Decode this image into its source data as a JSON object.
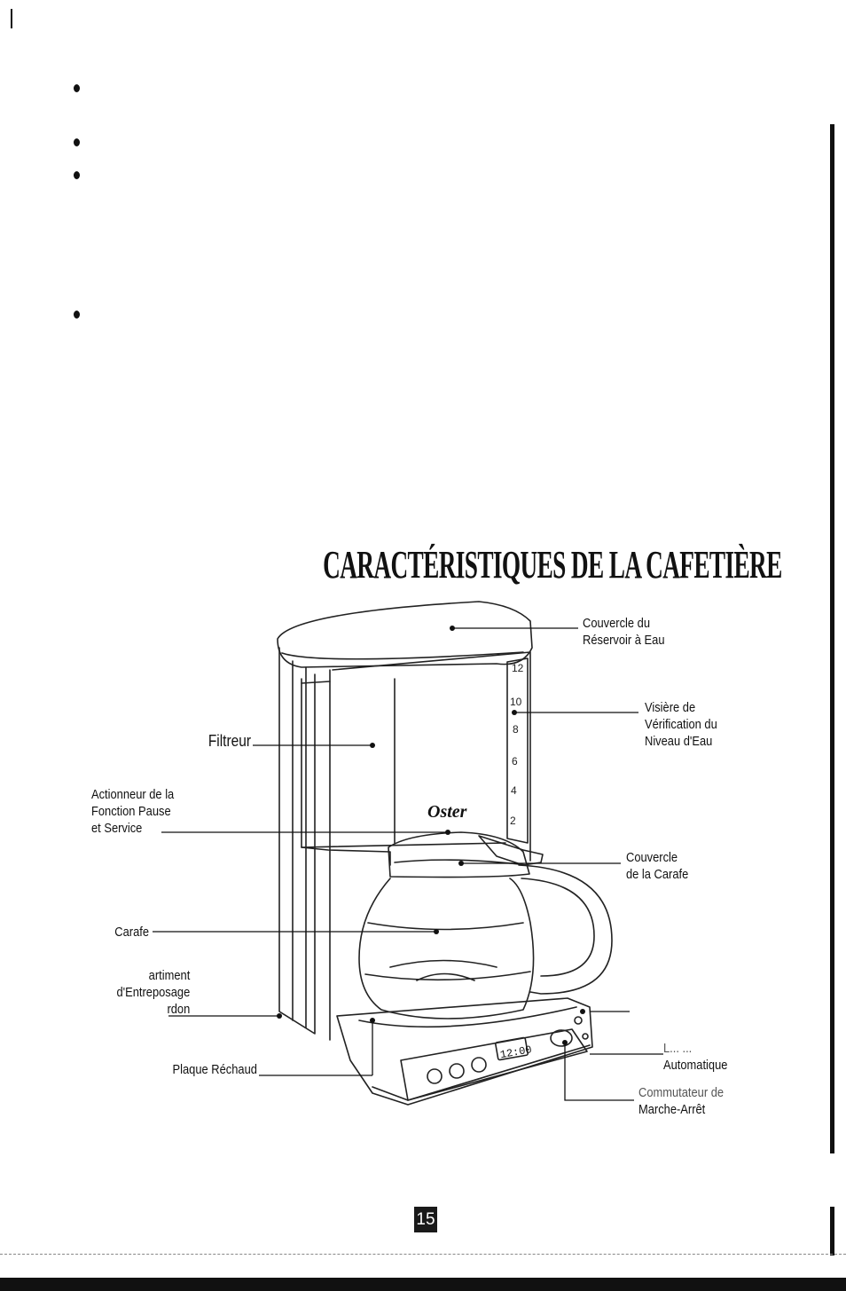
{
  "title": "CARACTÉRISTIQUES DE LA CAFETIÈRE",
  "brand": "Oster",
  "display_time": "12:00",
  "water_scale": [
    "12",
    "10",
    "8",
    "6",
    "4",
    "2"
  ],
  "labels": {
    "reservoir_lid": [
      "Couvercle du",
      "Réservoir à Eau"
    ],
    "water_window": [
      "Visière de",
      "Vérification du",
      "Niveau d'Eau"
    ],
    "filter": "Filtreur",
    "pause_serve": [
      "Actionneur de la",
      "Fonction Pause",
      "et Service"
    ],
    "carafe_lid": [
      "Couvercle",
      "de la Carafe"
    ],
    "carafe": "Carafe",
    "cord_storage": [
      "artiment",
      "d'Entreposage",
      "rdon"
    ],
    "auto_switch": [
      "L... ...",
      "Automatique"
    ],
    "warming_plate": "Plaque Réchaud",
    "on_off_switch": [
      "Commutateur de",
      "Marche-Arrêt"
    ]
  },
  "page_number": "15",
  "colors": {
    "ink": "#111111",
    "paper": "#ffffff"
  }
}
